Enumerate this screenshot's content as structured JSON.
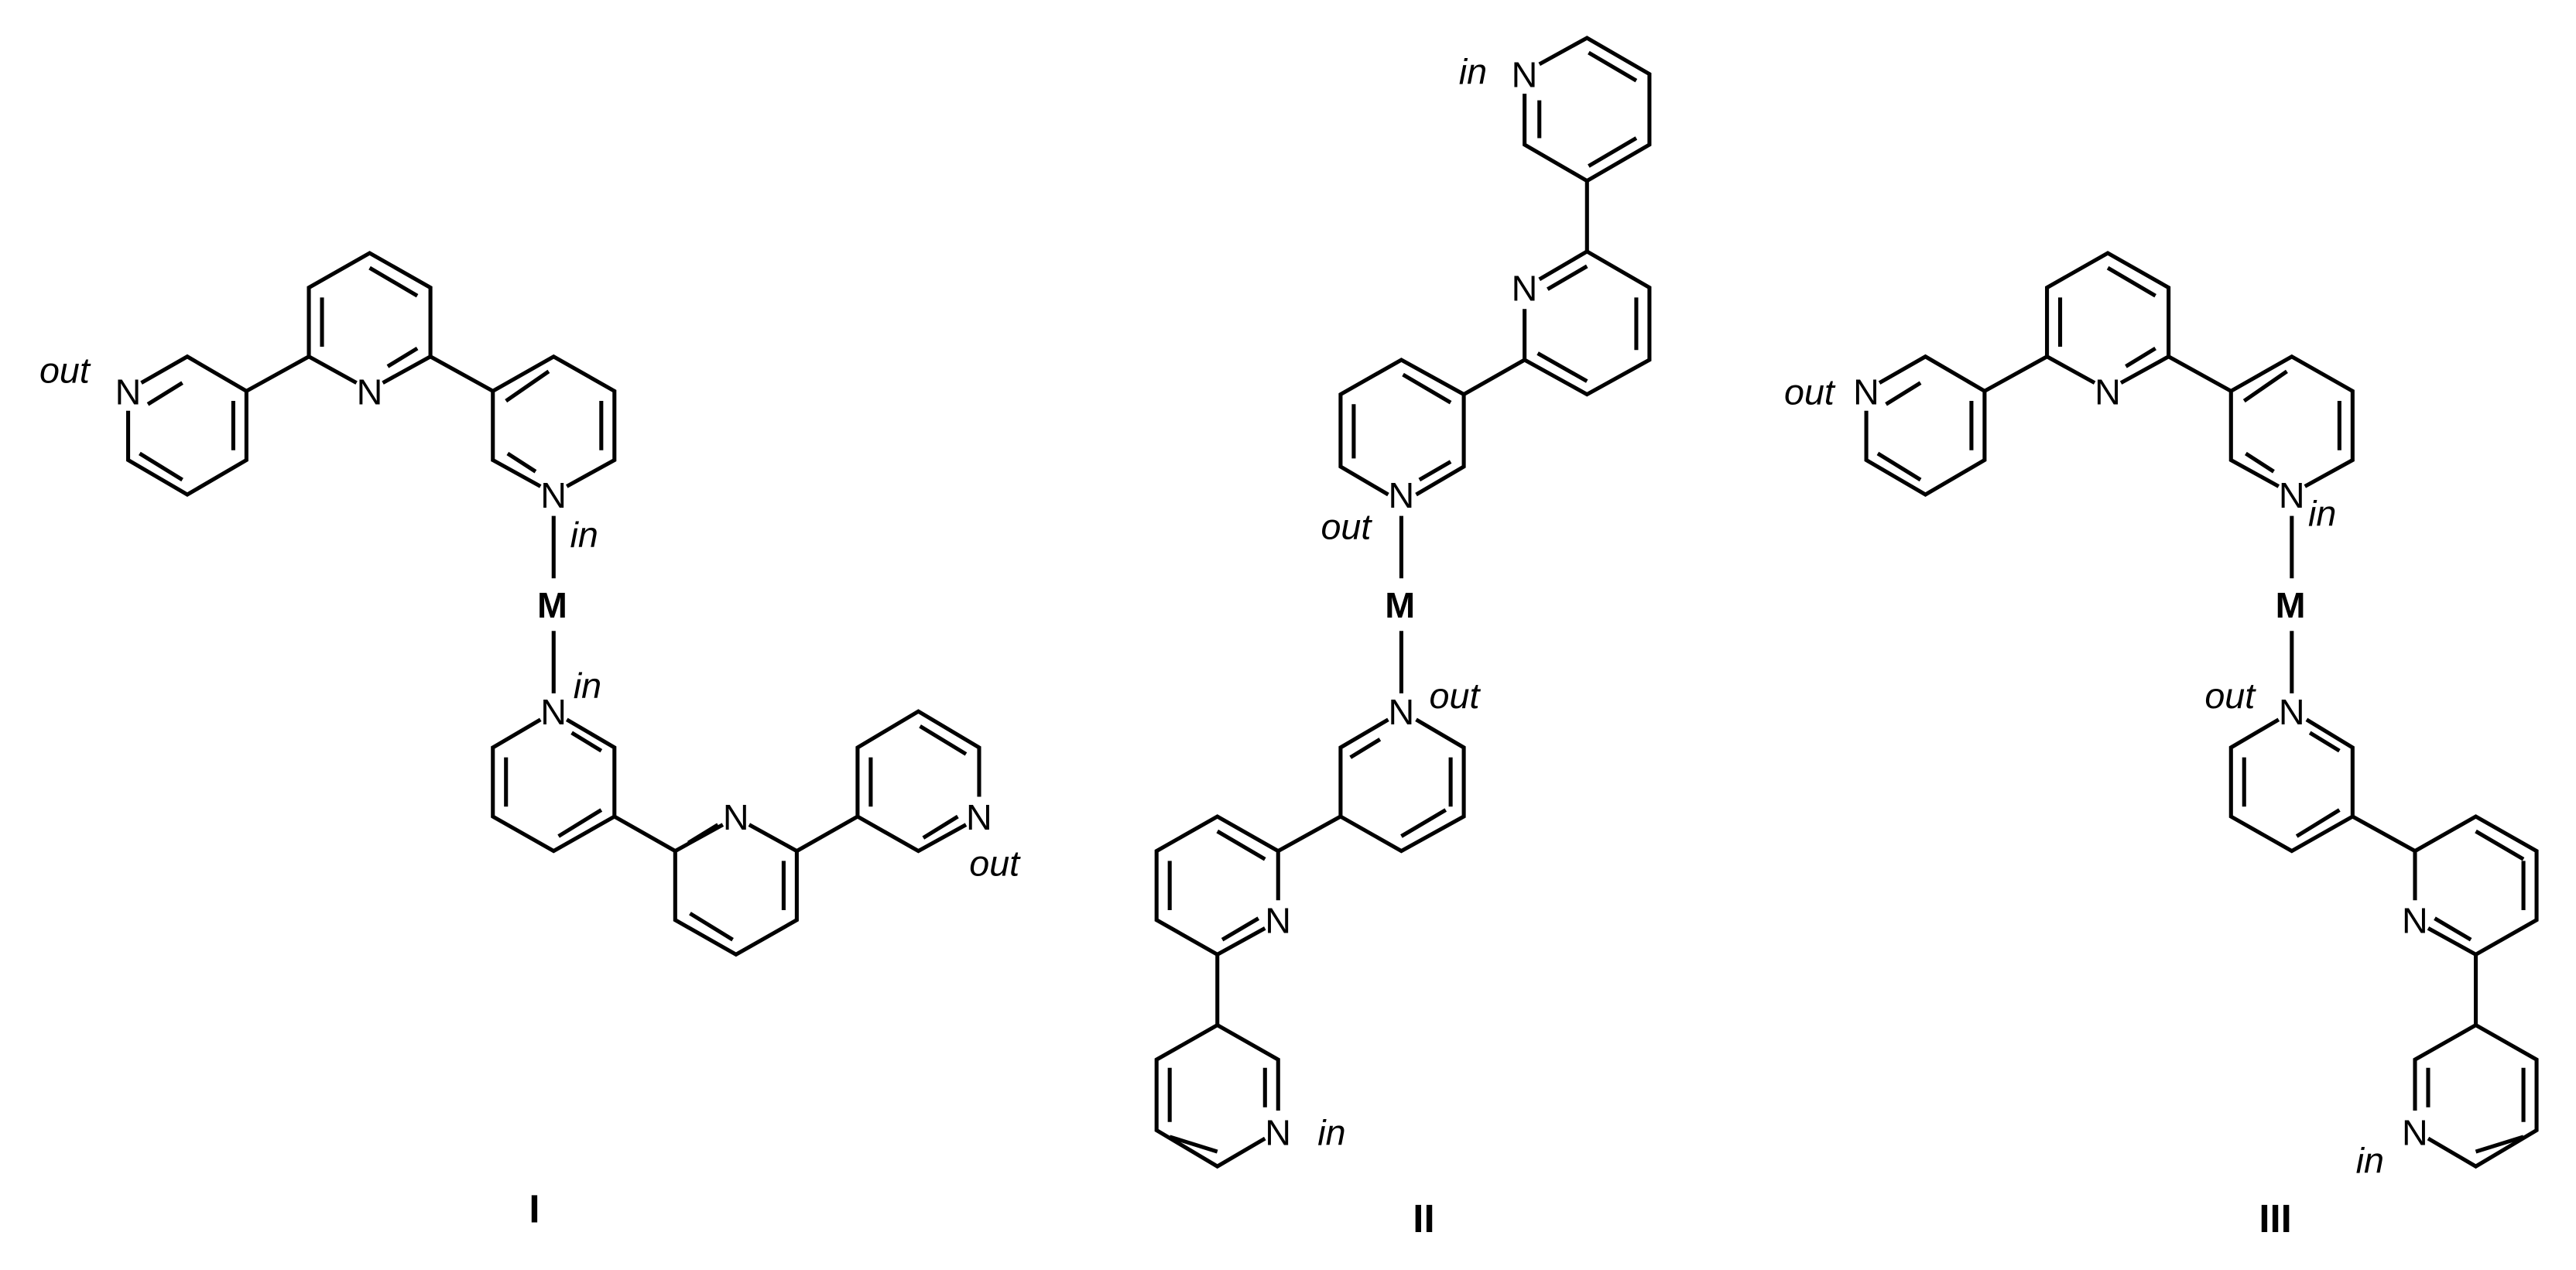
{
  "figure": {
    "background": "#ffffff",
    "line_color": "#000000",
    "structures": [
      {
        "id": "I",
        "caption": "I",
        "metal_label": "M",
        "upper_ligand": {
          "outer_N_label": "out",
          "coordinating_N_label": "in"
        },
        "lower_ligand": {
          "coordinating_N_label": "in",
          "outer_N_label": "out"
        }
      },
      {
        "id": "II",
        "caption": "II",
        "metal_label": "M",
        "upper_ligand": {
          "outer_N_label": "in",
          "coordinating_N_label": "out"
        },
        "lower_ligand": {
          "coordinating_N_label": "out",
          "outer_N_label": "in"
        }
      },
      {
        "id": "III",
        "caption": "III",
        "metal_label": "M",
        "upper_ligand": {
          "outer_N_label": "out",
          "coordinating_N_label": "in"
        },
        "lower_ligand": {
          "coordinating_N_label": "out",
          "outer_N_label": "in"
        }
      }
    ],
    "atom_symbol": "N"
  }
}
